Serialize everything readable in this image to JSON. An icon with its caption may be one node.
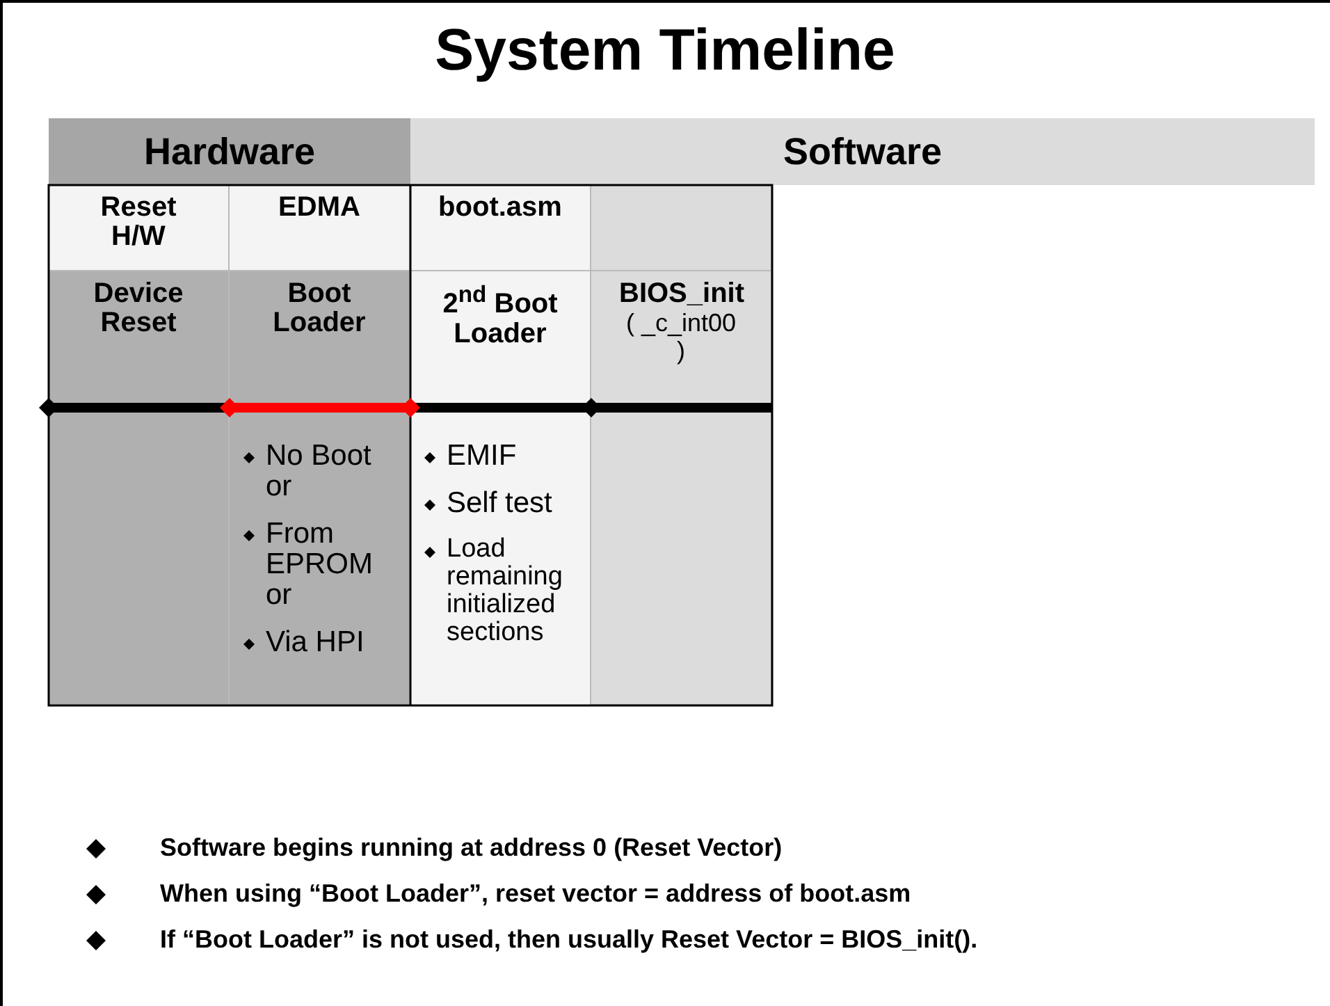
{
  "diagram": {
    "title": "System Timeline",
    "nodes": [
      {
        "text": [
          "Hardware"
        ]
      },
      {
        "text": [
          "Software"
        ]
      },
      {
        "text": [
          "Reset H/W"
        ]
      },
      {
        "text": [
          "EDMA"
        ]
      },
      {
        "text": [
          "boot.asm"
        ]
      },
      {
        "text": [],
        "shape": "box"
      },
      {
        "text": [
          "Device Reset"
        ]
      },
      {
        "text": [
          "Boot Loader"
        ]
      },
      {
        "text": [
          "2$^{nd}$ Boot Loader"
        ]
      },
      {
        "text": [
          "BIOS_init",
          "( _c_int00 )"
        ]
      },
      {
        "text": [],
        "shape": "box"
      },
      {
        "text": [
          "No Boot or",
          "From EPROM or",
          "Via HPI"
        ]
      },
      {
        "text": [
          "EMIF",
          "Self test",
          "Load remaining initialized sections"
        ]
      },
      {
        "text": [],
        "shape": "box"
      }
    ],
    "edges": [],
    "labels": [
      "Software begins running at address 0 (Reset Vector)",
      "When using “Boot Loader”, reset vector = address of boot.asm",
      "If “Boot Loader” is not used, then usually Reset Vector = BIOS_init()."
    ]
  }
}
